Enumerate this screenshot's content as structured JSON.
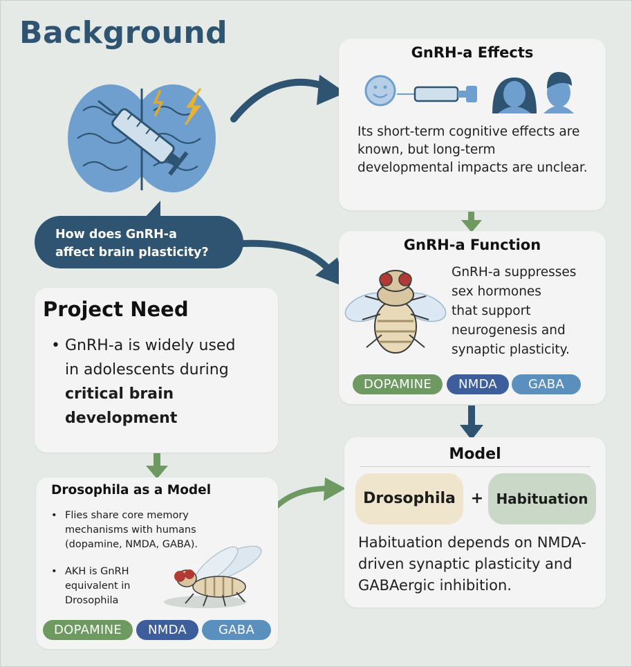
{
  "header": {
    "title": "Background"
  },
  "question_bubble": {
    "line1": "How does GnRH-a",
    "line2": "affect brain plasticity?"
  },
  "effects_card": {
    "title": "GnRH-a Effects",
    "text": "Its short-term cognitive effects are known, but long-term developmental impacts are unclear."
  },
  "function_card": {
    "title": "GnRH-a Function",
    "lines": [
      "GnRH-a suppresses",
      "sex hormones",
      "that support",
      "neurogenesis and",
      "synaptic plasticity."
    ],
    "tags": [
      "DOPAMINE",
      "NMDA",
      "GABA"
    ]
  },
  "project_card": {
    "title": "Project Need",
    "bullet_lines": [
      "GnRH-a is widely used",
      "in adolescents during"
    ],
    "bullet_bold_lines": [
      "critical brain",
      "development"
    ]
  },
  "drosophila_card": {
    "title": "Drosophila as a Model",
    "bullet1_lines": [
      "Flies share core memory",
      "mechanisms with humans",
      "(dopamine, NMDA, GABA)."
    ],
    "bullet2_lines": [
      "AKH is GnRH",
      "equivalent in",
      "Drosophila"
    ],
    "tags": [
      "DOPAMINE",
      "NMDA",
      "GABA"
    ]
  },
  "model_card": {
    "title": "Model",
    "left_box": "Drosophila",
    "plus": "+",
    "right_box": "Habituation",
    "lines": [
      "Habituation depends on NMDA-",
      "driven synaptic plasticity and",
      "GABAergic inhibition."
    ]
  },
  "colors": {
    "title": "#2e5471",
    "arrow_dark": "#2e5471",
    "arrow_green": "#6e9a62",
    "bubble": "#2e5471",
    "dopamine": "#6e9a62",
    "nmda": "#3e5e9b",
    "gaba": "#5b8fbe",
    "drosophila_box": "#efe4cc",
    "habituation_box": "#cad8c7"
  },
  "icons": [
    "brain-syringe-illustration",
    "smiley-icon",
    "syringe-icon",
    "female-head-icon",
    "male-head-icon",
    "fly-illustration",
    "fly-illustration-small"
  ]
}
